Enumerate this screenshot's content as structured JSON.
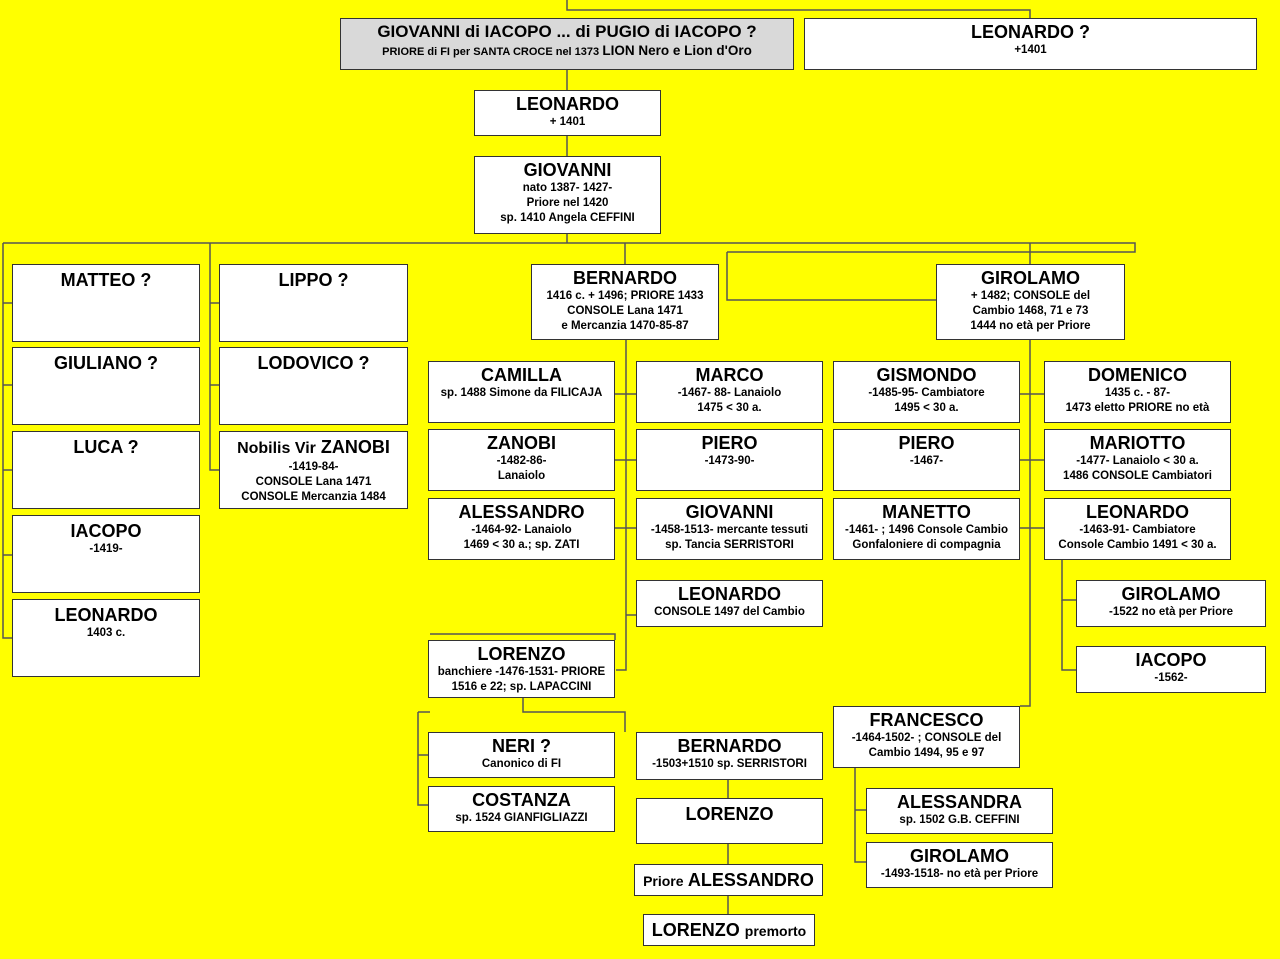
{
  "root": {
    "name": "GIOVANNI di IACOPO  ...   di PUGIO di IACOPO ?",
    "line1_a": "PRIORE di FI per SANTA CROCE nel 1373",
    "line1_b": "LION Nero e Lion d'Oro"
  },
  "leonardo_q": {
    "name": "LEONARDO ?",
    "lines": [
      "+1401"
    ]
  },
  "leonardo_1401": {
    "name": "LEONARDO",
    "lines": [
      "+ 1401"
    ]
  },
  "giovanni": {
    "name": "GIOVANNI",
    "lines": [
      "nato 1387- 1427-",
      "Priore nel 1420",
      "sp. 1410 Angela CEFFINI"
    ]
  },
  "matteo": {
    "name": "MATTEO ?"
  },
  "giuliano": {
    "name": "GIULIANO ?"
  },
  "luca": {
    "name": "LUCA ?"
  },
  "iacopo_1419": {
    "name": "IACOPO",
    "lines": [
      "-1419-"
    ]
  },
  "leonardo_1403": {
    "name": "LEONARDO",
    "lines": [
      "1403 c."
    ]
  },
  "lippo": {
    "name": "LIPPO ?"
  },
  "lodovico": {
    "name": "LODOVICO ?"
  },
  "zanobi_nv": {
    "name_a": "Nobilis Vir",
    "name_b": "ZANOBI",
    "lines": [
      "-1419-84-",
      "CONSOLE Lana 1471",
      "CONSOLE Mercanzia 1484"
    ]
  },
  "bernardo": {
    "name": "BERNARDO",
    "lines": [
      "1416 c. + 1496; PRIORE 1433",
      "CONSOLE Lana 1471",
      "e Mercanzia 1470-85-87"
    ]
  },
  "girolamo": {
    "name": "GIROLAMO",
    "lines": [
      "+ 1482; CONSOLE del",
      "Cambio 1468, 71 e 73",
      "1444 no età per Priore"
    ]
  },
  "camilla": {
    "name": "CAMILLA",
    "lines": [
      "sp. 1488 Simone da FILICAJA"
    ]
  },
  "zanobi": {
    "name": "ZANOBI",
    "lines": [
      "-1482-86-",
      "Lanaiolo"
    ]
  },
  "alessandro": {
    "name": "ALESSANDRO",
    "lines": [
      "-1464-92- Lanaiolo",
      "1469 < 30 a.; sp. ZATI"
    ]
  },
  "marco": {
    "name": "MARCO",
    "lines": [
      "-1467- 88- Lanaiolo",
      "1475 < 30 a."
    ]
  },
  "piero_1473": {
    "name": "PIERO",
    "lines": [
      "-1473-90-"
    ]
  },
  "giovanni_1458": {
    "name": "GIOVANNI",
    "lines": [
      "-1458-1513- mercante tessuti",
      "sp. Tancia SERRISTORI"
    ]
  },
  "leonardo_1497": {
    "name": "LEONARDO",
    "lines": [
      "CONSOLE 1497 del Cambio"
    ]
  },
  "lorenzo_1476": {
    "name": "LORENZO",
    "lines": [
      "banchiere -1476-1531- PRIORE",
      "1516 e 22; sp. LAPACCINI"
    ]
  },
  "neri": {
    "name": "NERI ?",
    "lines": [
      "Canonico di FI"
    ]
  },
  "costanza": {
    "name": "COSTANZA",
    "lines": [
      "sp. 1524 GIANFIGLIAZZI"
    ]
  },
  "bernardo_1503": {
    "name": "BERNARDO",
    "lines": [
      "-1503+1510 sp. SERRISTORI"
    ]
  },
  "lorenzo_2": {
    "name": "LORENZO"
  },
  "priore_alessandro": {
    "prefix": "Priore",
    "name": "ALESSANDRO"
  },
  "lorenzo_premorto": {
    "name": "LORENZO",
    "suffix": "premorto"
  },
  "gismondo": {
    "name": "GISMONDO",
    "lines": [
      "-1485-95- Cambiatore",
      "1495 < 30 a."
    ]
  },
  "piero_1467": {
    "name": "PIERO",
    "lines": [
      "-1467-"
    ]
  },
  "manetto": {
    "name": "MANETTO",
    "lines": [
      "-1461- ; 1496 Console Cambio",
      "Gonfaloniere di compagnia"
    ]
  },
  "francesco": {
    "name": "FRANCESCO",
    "lines": [
      "-1464-1502- ; CONSOLE del",
      "Cambio 1494, 95 e 97"
    ]
  },
  "alessandra": {
    "name": "ALESSANDRA",
    "lines": [
      "sp. 1502 G.B. CEFFINI"
    ]
  },
  "girolamo_1493": {
    "name": "GIROLAMO",
    "lines": [
      "-1493-1518- no età per Priore"
    ]
  },
  "domenico": {
    "name": "DOMENICO",
    "lines": [
      "1435 c. - 87-",
      "1473 eletto PRIORE no età"
    ]
  },
  "mariotto": {
    "name": "MARIOTTO",
    "lines": [
      "-1477- Lanaiolo < 30 a.",
      "1486 CONSOLE Cambiatori"
    ]
  },
  "leonardo_1463": {
    "name": "LEONARDO",
    "lines": [
      "-1463-91- Cambiatore",
      "Console Cambio 1491 < 30 a."
    ]
  },
  "girolamo_1522": {
    "name": "GIROLAMO",
    "lines": [
      "-1522  no età per Priore"
    ]
  },
  "iacopo_1562": {
    "name": "IACOPO",
    "lines": [
      "-1562-"
    ]
  }
}
